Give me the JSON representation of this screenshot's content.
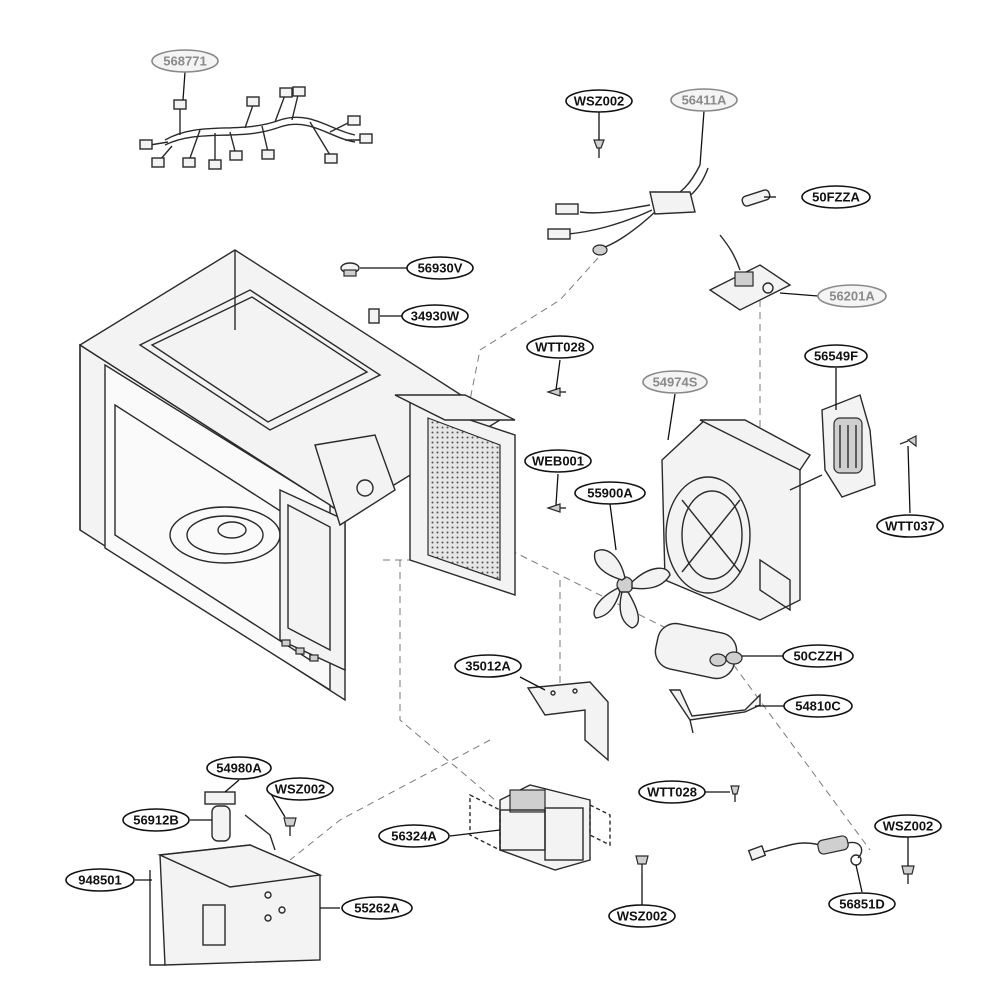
{
  "callouts": [
    {
      "id": "568771",
      "style": "grey"
    },
    {
      "id": "WSZ002",
      "style": "normal"
    },
    {
      "id": "56411A",
      "style": "grey"
    },
    {
      "id": "50FZZA",
      "style": "normal"
    },
    {
      "id": "56930V",
      "style": "normal"
    },
    {
      "id": "34930W",
      "style": "normal"
    },
    {
      "id": "56201A",
      "style": "grey"
    },
    {
      "id": "WTT028",
      "style": "normal"
    },
    {
      "id": "56549F",
      "style": "normal"
    },
    {
      "id": "54974S",
      "style": "grey"
    },
    {
      "id": "WEB001",
      "style": "normal"
    },
    {
      "id": "55900A",
      "style": "normal"
    },
    {
      "id": "WTT037",
      "style": "normal"
    },
    {
      "id": "50CZZH",
      "style": "normal"
    },
    {
      "id": "35012A",
      "style": "normal"
    },
    {
      "id": "54810C",
      "style": "normal"
    },
    {
      "id": "54980A",
      "style": "normal"
    },
    {
      "id": "WSZ002",
      "style": "normal"
    },
    {
      "id": "WTT028",
      "style": "normal"
    },
    {
      "id": "56912B",
      "style": "normal"
    },
    {
      "id": "WSZ002",
      "style": "normal"
    },
    {
      "id": "56324A",
      "style": "normal"
    },
    {
      "id": "948501",
      "style": "normal"
    },
    {
      "id": "55262A",
      "style": "normal"
    },
    {
      "id": "WSZ002",
      "style": "normal"
    },
    {
      "id": "56851D",
      "style": "normal"
    }
  ]
}
